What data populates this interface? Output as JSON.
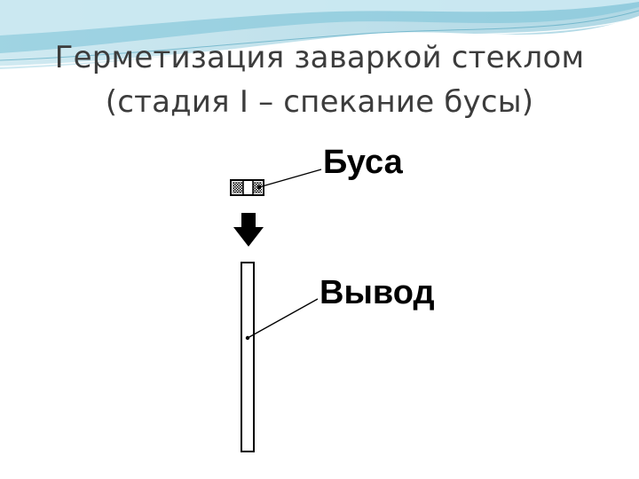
{
  "slide": {
    "title_line1": "Герметизация заваркой стеклом",
    "title_line2": "(стадия I – спекание бусы)"
  },
  "diagram": {
    "bead_label": "Буса",
    "lead_label": "Вывод"
  },
  "colors": {
    "accent": "#7ec4d8",
    "accent_light": "#c8e6ef",
    "title_text": "#3c3c3c",
    "ink": "#000000"
  }
}
